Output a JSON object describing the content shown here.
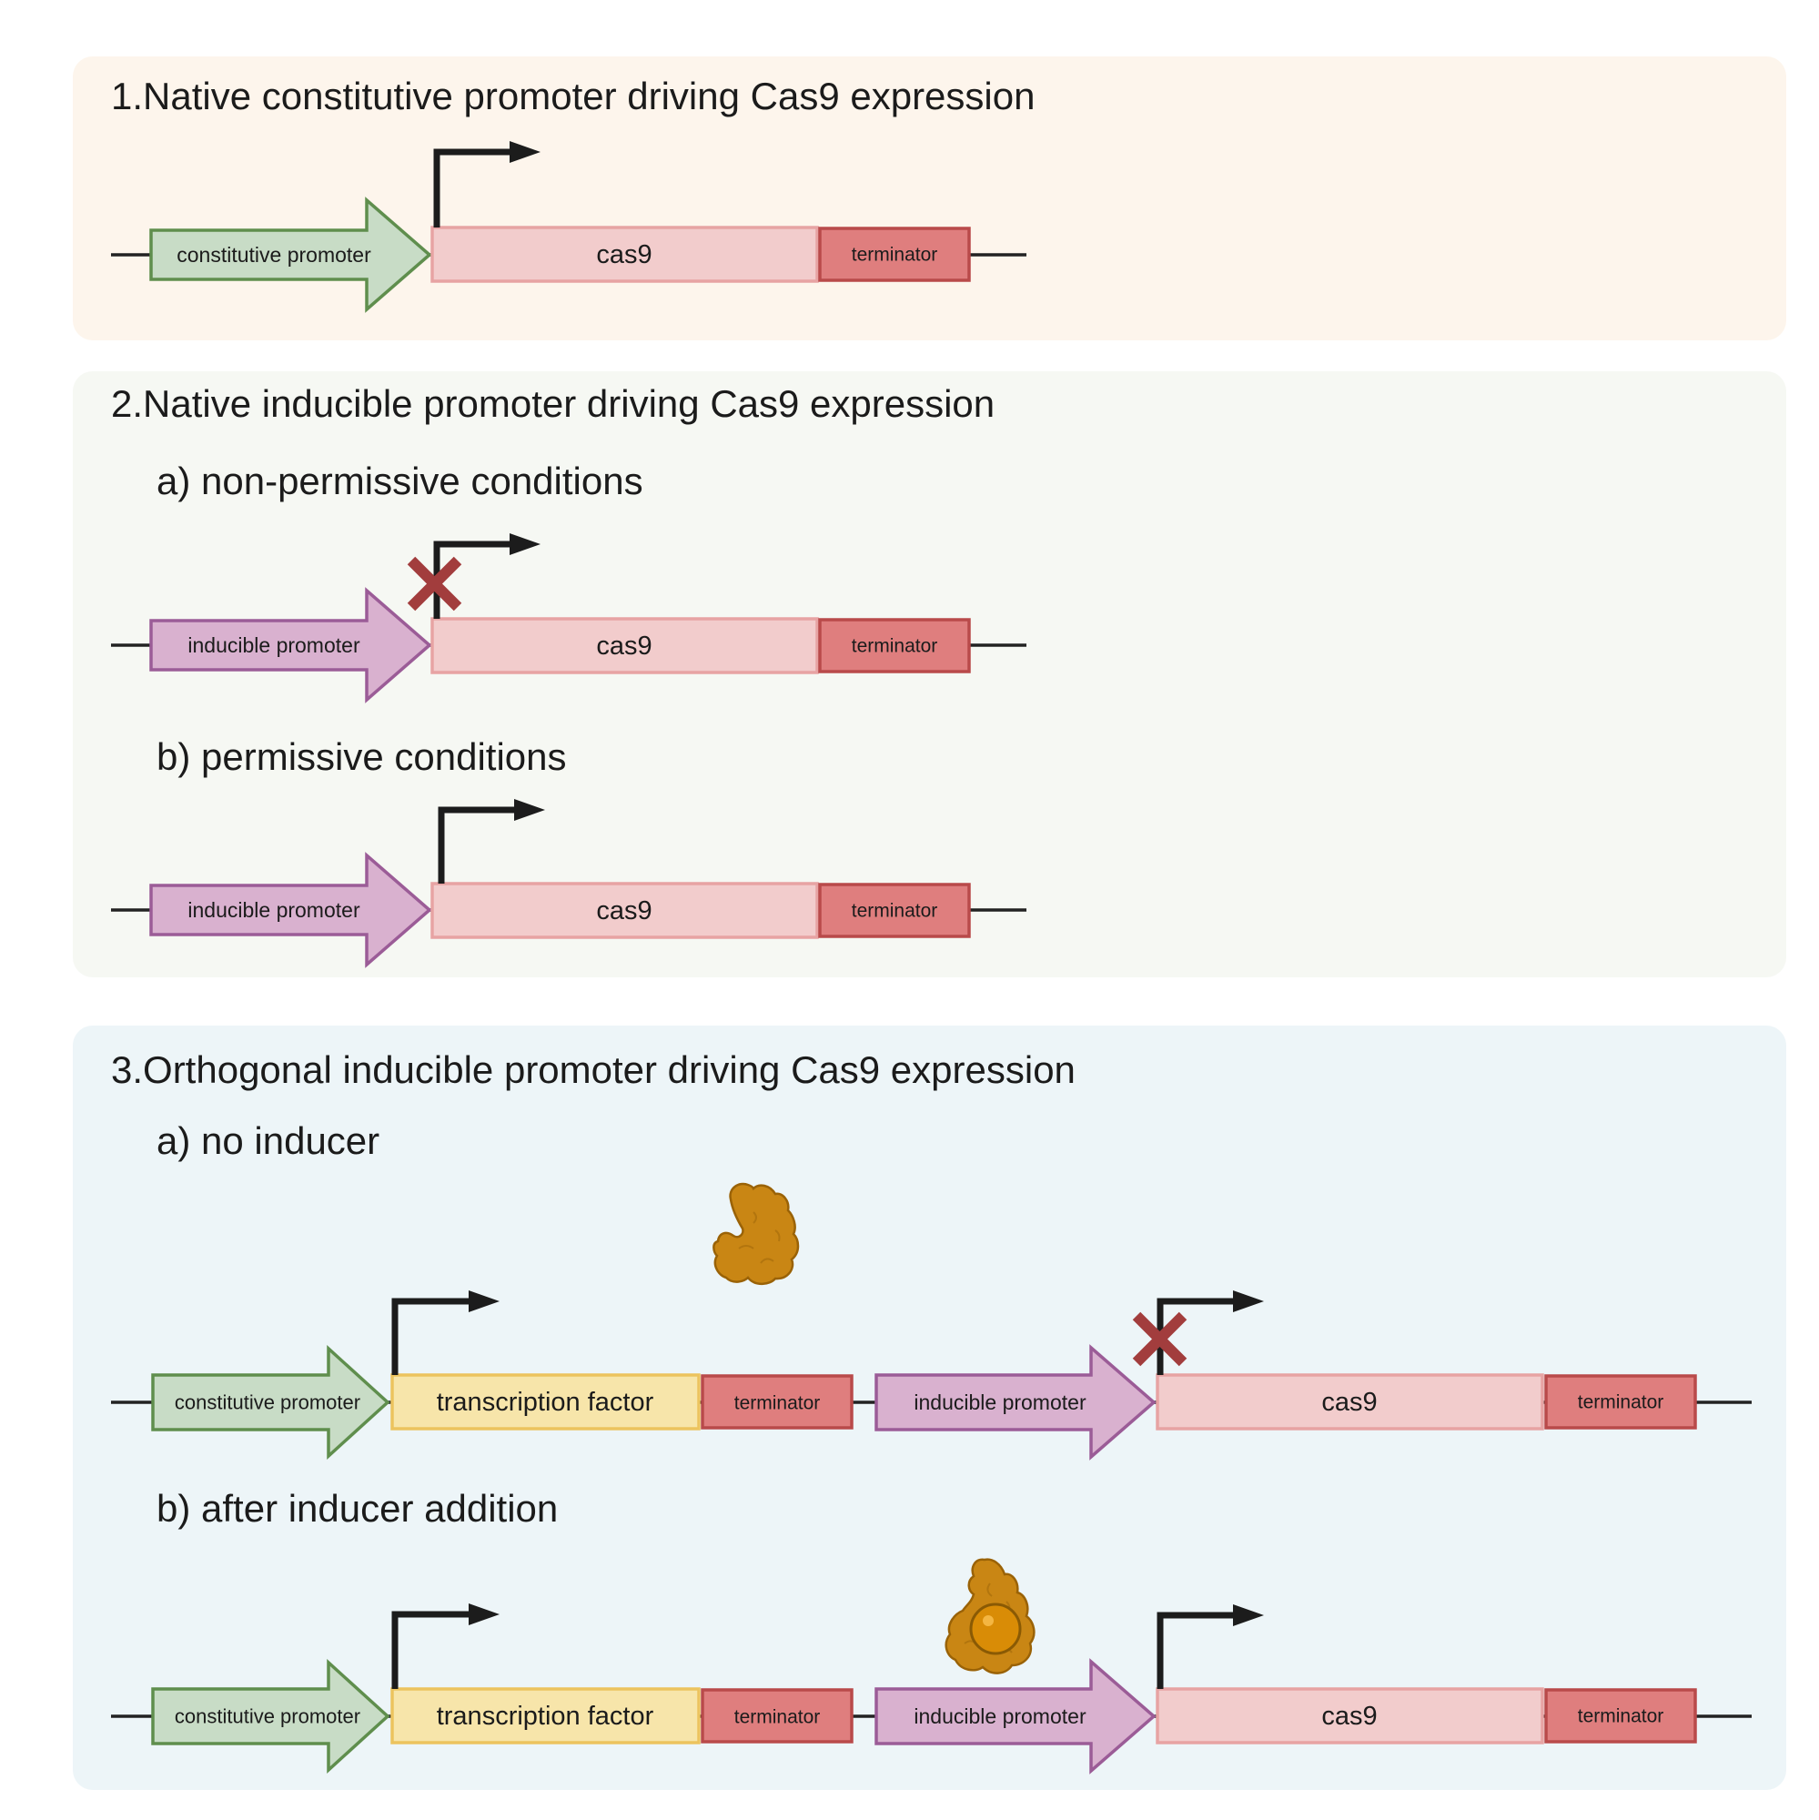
{
  "colors": {
    "constitutive_fill": "#c8dcc6",
    "constitutive_stroke": "#5f8e4d",
    "inducible_fill": "#d9b1cf",
    "inducible_stroke": "#9b5c97",
    "cds_fill": "#f2cccc",
    "cds_stroke": "#e7a3a3",
    "tf_fill": "#f7e5aa",
    "tf_stroke": "#ecc35e",
    "terminator_fill": "#df7e7e",
    "terminator_stroke": "#b94a4a",
    "arrow": "#1c1c1c",
    "block_mark": "#a23d3d",
    "protein": "#c98614",
    "inducer": "#d98c06"
  },
  "panel1": {
    "title": "1.Native constitutive promoter driving Cas9 expression",
    "construct": {
      "promoter": "constitutive promoter",
      "gene": "cas9",
      "terminator": "terminator"
    }
  },
  "panel2": {
    "title": "2.Native inducible promoter driving Cas9 expression",
    "a_label": "a) non-permissive conditions",
    "b_label": "b) permissive conditions",
    "construct": {
      "promoter": "inducible promoter",
      "gene": "cas9",
      "terminator": "terminator"
    }
  },
  "panel3": {
    "title": "3.Orthogonal inducible promoter driving Cas9 expression",
    "a_label": "a) no inducer",
    "b_label": "b) after inducer addition",
    "cassette1": {
      "promoter": "constitutive promoter",
      "gene": "transcription factor",
      "terminator": "terminator"
    },
    "cassette2": {
      "promoter": "inducible promoter",
      "gene": "cas9",
      "terminator": "terminator"
    }
  }
}
